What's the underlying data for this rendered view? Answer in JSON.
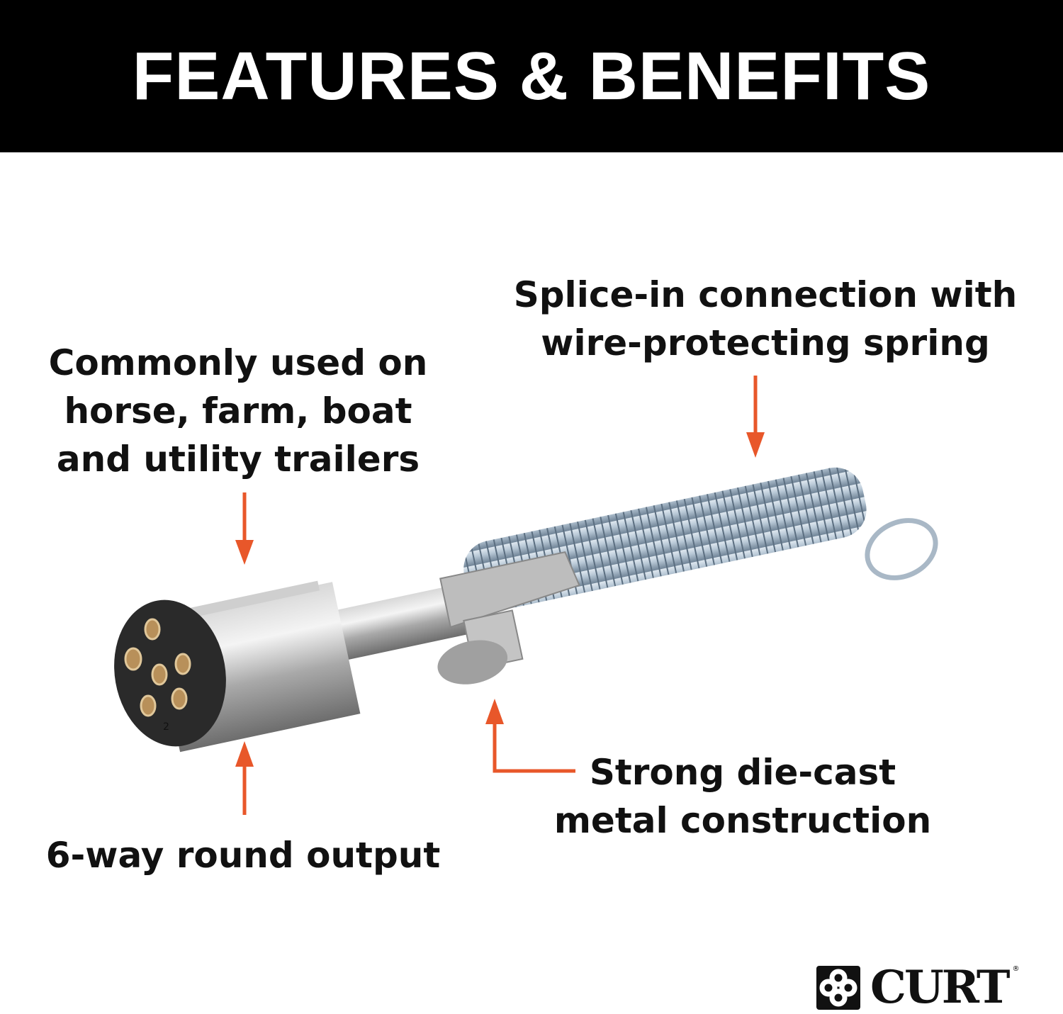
{
  "header": {
    "title": "FEATURES & BENEFITS"
  },
  "callouts": {
    "spring": [
      "Splice-in connection with",
      "wire-protecting spring"
    ],
    "trailers": [
      "Commonly used on",
      "horse, farm, boat",
      "and utility trailers"
    ],
    "output": [
      "6-way round output"
    ],
    "diecast": [
      "Strong die-cast",
      "metal construction"
    ]
  },
  "product": {
    "pin_label": "2"
  },
  "brand": {
    "name": "CURT",
    "mark": "®"
  },
  "colors": {
    "accent": "#e8572a",
    "header_bg": "#000000"
  }
}
